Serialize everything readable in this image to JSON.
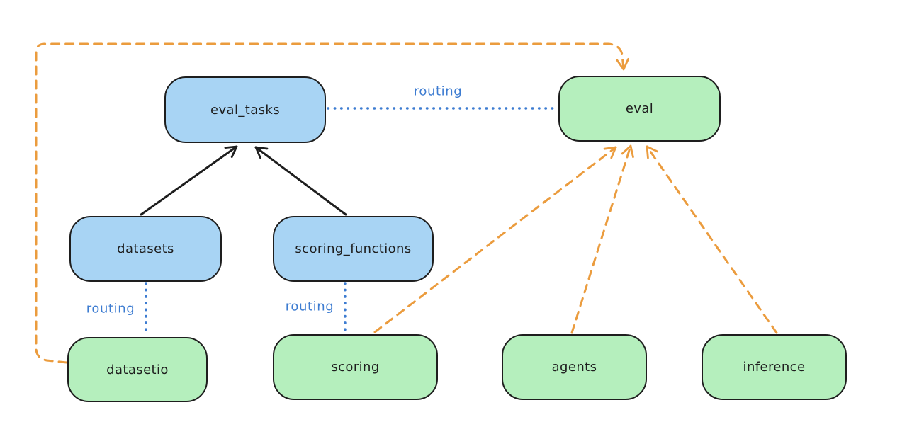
{
  "diagram": {
    "nodes": [
      {
        "id": "eval_tasks",
        "label": "eval_tasks",
        "fill": "blue"
      },
      {
        "id": "eval",
        "label": "eval",
        "fill": "green"
      },
      {
        "id": "datasets",
        "label": "datasets",
        "fill": "blue"
      },
      {
        "id": "scoring_functions",
        "label": "scoring_functions",
        "fill": "blue"
      },
      {
        "id": "datasetio",
        "label": "datasetio",
        "fill": "green"
      },
      {
        "id": "scoring",
        "label": "scoring",
        "fill": "green"
      },
      {
        "id": "agents",
        "label": "agents",
        "fill": "green"
      },
      {
        "id": "inference",
        "label": "inference",
        "fill": "green"
      }
    ],
    "edges": [
      {
        "from": "datasets",
        "to": "eval_tasks",
        "style": "solid-arrow",
        "color": "black"
      },
      {
        "from": "scoring_functions",
        "to": "eval_tasks",
        "style": "solid-arrow",
        "color": "black"
      },
      {
        "from": "eval_tasks",
        "to": "eval",
        "style": "dotted",
        "color": "blue",
        "label": "routing"
      },
      {
        "from": "datasets",
        "to": "datasetio",
        "style": "dotted",
        "color": "blue",
        "label": "routing"
      },
      {
        "from": "scoring_functions",
        "to": "scoring",
        "style": "dotted",
        "color": "blue",
        "label": "routing"
      },
      {
        "from": "scoring",
        "to": "eval",
        "style": "dashed-arrow",
        "color": "orange"
      },
      {
        "from": "agents",
        "to": "eval",
        "style": "dashed-arrow",
        "color": "orange"
      },
      {
        "from": "inference",
        "to": "eval",
        "style": "dashed-arrow",
        "color": "orange"
      },
      {
        "from": "datasetio",
        "to": "eval",
        "style": "dashed-arrow",
        "color": "orange",
        "route": "around-left-and-top"
      }
    ],
    "colors": {
      "blue_fill": "#a8d4f4",
      "green_fill": "#b5efbd",
      "stroke": "#1e1e1e",
      "blue_line": "#3d7cd1",
      "orange_line": "#eb9c3e",
      "background": "#ffffff"
    }
  }
}
